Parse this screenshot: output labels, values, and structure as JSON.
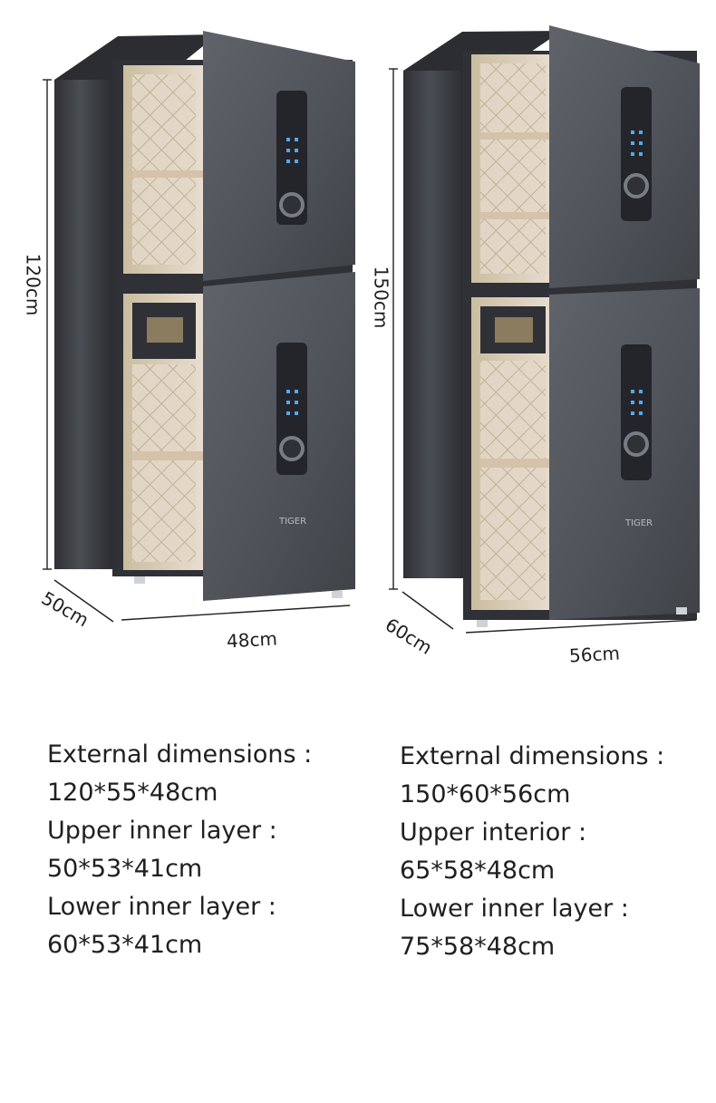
{
  "products": [
    {
      "dimension_labels": {
        "height": "120cm",
        "depth": "50cm",
        "width": "48cm"
      },
      "brand": "TIGER",
      "specs": {
        "external_heading": "External dimensions :",
        "external_value": "120*55*48cm",
        "upper_heading": "Upper inner layer :",
        "upper_value": "50*53*41cm",
        "lower_heading": "Lower inner layer :",
        "lower_value": "60*53*41cm"
      }
    },
    {
      "dimension_labels": {
        "height": "150cm",
        "depth": "60cm",
        "width": "56cm"
      },
      "brand": "TIGER",
      "specs": {
        "external_heading": "External dimensions :",
        "external_value": "150*60*56cm",
        "upper_heading": "Upper interior :",
        "upper_value": "65*58*48cm",
        "lower_heading": "Lower inner layer :",
        "lower_value": "75*58*48cm"
      }
    }
  ],
  "colors": {
    "body": "#3b3d42",
    "panel": "#51545a",
    "interior": "#ddd3c3",
    "shelf": "#d9c9b0",
    "text": "#202020",
    "line": "#222222"
  }
}
